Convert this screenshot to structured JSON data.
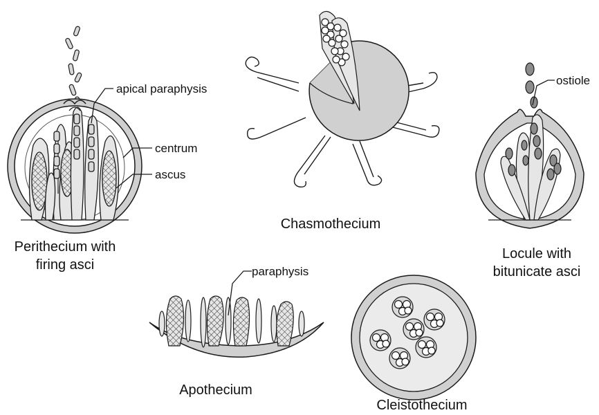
{
  "diagram": {
    "captions": {
      "perithecium_line1": "Perithecium with",
      "perithecium_line2": "firing asci",
      "chasmothecium": "Chasmothecium",
      "locule_line1": "Locule with",
      "locule_line2": "bitunicate asci",
      "apothecium": "Apothecium",
      "cleistothecium": "Cleistothecium"
    },
    "labels": {
      "apical_paraphysis": "apical paraphysis",
      "centrum": "centrum",
      "ascus": "ascus",
      "ostiole": "ostiole",
      "paraphysis": "paraphysis"
    },
    "colors": {
      "wall": "#d0d0d0",
      "inner": "#ebebeb",
      "stroke": "#1a1a1a",
      "spore_dark": "#8c8c8c",
      "background": "#ffffff"
    }
  }
}
